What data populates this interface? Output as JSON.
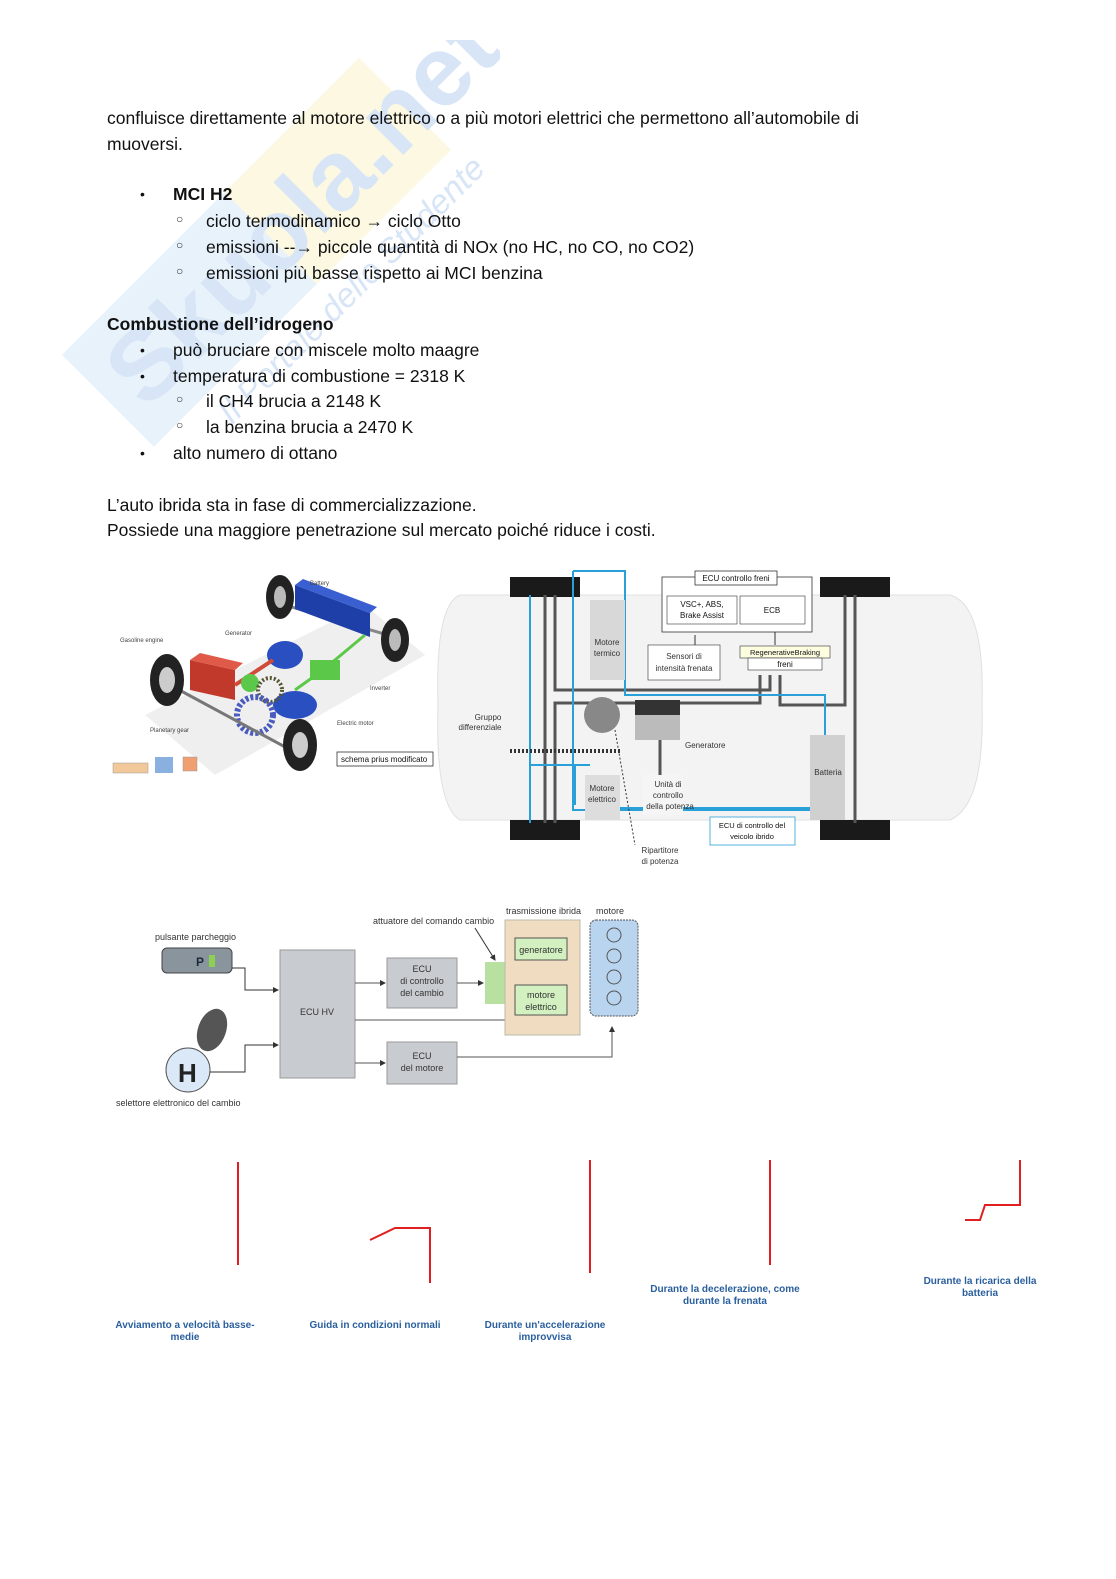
{
  "watermark": {
    "brand": "Skuola.net",
    "tagline": "Il Portale dello Studente"
  },
  "intro": {
    "line1": "confluisce direttamente al motore elettrico o a più motori elettrici che permettono all’automobile di",
    "line2": "muoversi."
  },
  "mci_h2": {
    "title": "MCI H2",
    "items": [
      "ciclo termodinamico → ciclo Otto",
      "emissioni --→ piccole quantità di NOx (no HC, no CO, no CO2)",
      "emissioni più basse rispetto ai MCI benzina"
    ]
  },
  "combustion": {
    "heading": "Combustione dell’idrogeno",
    "items": [
      {
        "text": "può bruciare con miscele molto maagre",
        "level": 1
      },
      {
        "text": "temperatura di combustione = 2318 K",
        "level": 1
      },
      {
        "text": "il CH4 brucia a 2148 K",
        "level": 2
      },
      {
        "text": "la benzina brucia a 2470 K",
        "level": 2
      },
      {
        "text": "alto numero di ottano",
        "level": 1
      }
    ]
  },
  "hybrid": {
    "line1": "L’auto ibrida sta in fase di commercializzazione.",
    "line2": "Possiede una maggiore penetrazione sul mercato poiché riduce i costi."
  },
  "figure1": {
    "labels": {
      "battery": "Battery",
      "generator": "Generator",
      "gasoline_engine": "Gasoline engine",
      "inverter": "Inverter",
      "electric_motor": "Electric motor",
      "planetary_gear": "Planetary gear",
      "caption_box": "schema prius modificato"
    },
    "colors": {
      "engine": "#c0392b",
      "battery": "#1f3fa8",
      "generator": "#2a4fc0",
      "inverter": "#5cc84a",
      "gear": "#4a5bbf"
    }
  },
  "figure2": {
    "labels": {
      "ecu_brakes": "ECU controllo freni",
      "vsc": [
        "VSC+, ABS,",
        "Brake Assist"
      ],
      "ecb": "ECB",
      "engine": [
        "Motore",
        "termico"
      ],
      "sensors": [
        "Sensori di",
        "intensità frenata"
      ],
      "regen": "RegenerativeBraking",
      "brakes": "freni",
      "differential": [
        "Gruppo",
        "differenziale"
      ],
      "generator": "Generatore",
      "battery": "Batteria",
      "motor": [
        "Motore",
        "elettrico"
      ],
      "pcu": [
        "Unità di",
        "controllo",
        "della potenza"
      ],
      "ecu_hybrid": [
        "ECU di controllo del",
        "veicolo ibrido"
      ],
      "splitter": [
        "Ripartitore",
        "di potenza"
      ]
    },
    "colors": {
      "signal_line": "#2aa0d8",
      "power_line": "#555555"
    }
  },
  "figure3": {
    "labels": {
      "parking_button": "pulsante parcheggio",
      "parking_symbol": "P",
      "ecu_hv": "ECU HV",
      "actuator": "attuatore del comando cambio",
      "ecu_gear": [
        "ECU",
        "di controllo",
        "del cambio"
      ],
      "ecu_engine": [
        "ECU",
        "del motore"
      ],
      "hybrid_transmission": "trasmissione ibrida",
      "engine": "motore",
      "generator": "generatore",
      "electric_motor": [
        "motore",
        "elettrico"
      ],
      "selector": "selettore elettronico del cambio"
    },
    "colors": {
      "ecu_fill": "#c8ccd0",
      "transmission_fill": "#f0dcc0",
      "green_fill": "#d2f0c0",
      "engine_fill": "#b8d4ee"
    }
  },
  "figure4": {
    "captions": [
      "Avviamento a velocità basse-medie",
      "Guida in condizioni normali",
      "Durante un'accelerazione improvvisa",
      "Durante la decelerazione, come durante la frenata",
      "Durante la ricarica della batteria"
    ],
    "colors": {
      "flow": "#e02020",
      "caption": "#2a5f9e"
    }
  }
}
